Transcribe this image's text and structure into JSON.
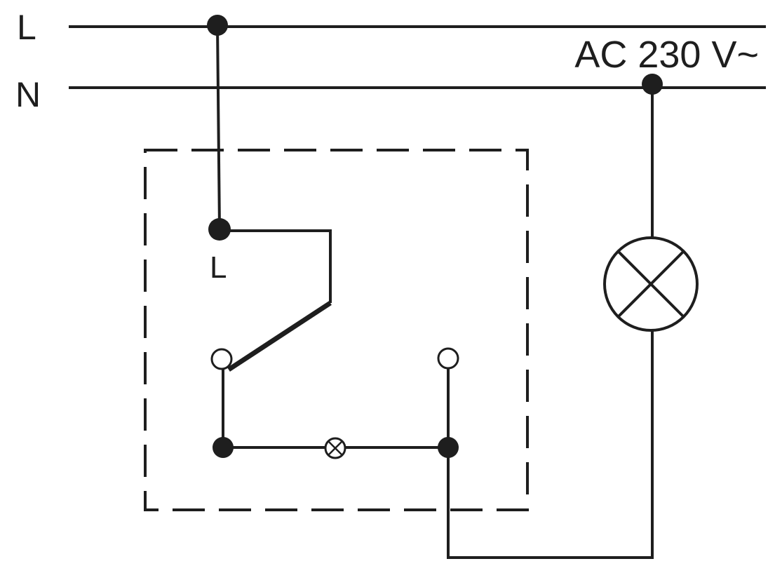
{
  "labels": {
    "line_rail": "L",
    "neutral_rail": "N",
    "supply": "AC 230 V~",
    "switch_terminal": "L"
  },
  "colors": {
    "stroke": "#1e1e1e",
    "background": "#ffffff"
  },
  "symbols": {
    "load": "lamp-icon",
    "indicator": "glow-lamp-icon",
    "switch": "switch-contact-icon"
  }
}
